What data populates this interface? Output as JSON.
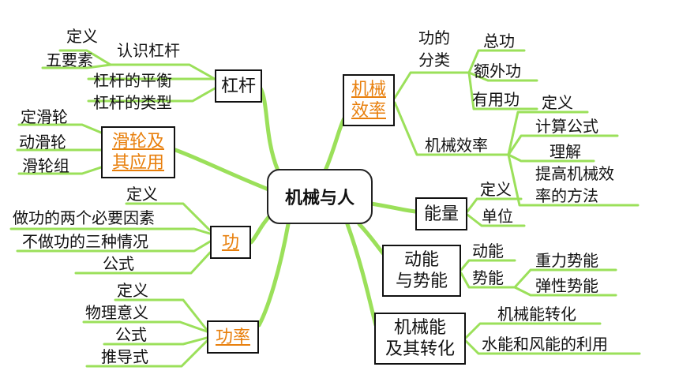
{
  "center": "机械与人",
  "colors": {
    "branch": "#9be05a",
    "link": "#e87f0c",
    "text": "#111111"
  },
  "branches": {
    "lever": {
      "label": "杠杆",
      "items": [
        "认识杠杆",
        "杠杆的平衡",
        "杠杆的类型"
      ],
      "sub_items": [
        "定义",
        "五要素"
      ]
    },
    "pulley": {
      "label_lines": [
        "滑轮及",
        "其应用"
      ],
      "items": [
        "定滑轮",
        "动滑轮",
        "滑轮组"
      ]
    },
    "work": {
      "label": "功",
      "items": [
        "定义",
        "做功的两个必要因素",
        "不做功的三种情况",
        "公式"
      ]
    },
    "power": {
      "label": "功率",
      "items": [
        "定义",
        "物理意义",
        "公式",
        "推导式"
      ]
    },
    "efficiency": {
      "label_lines": [
        "机械",
        "效率"
      ],
      "work_type_lines": [
        "功的",
        "分类"
      ],
      "work_types": [
        "总功",
        "额外功",
        "有用功"
      ],
      "eff_label": "机械效率",
      "eff_items": [
        "定义",
        "计算公式",
        "理解",
        "提高机械效",
        "率的方法"
      ]
    },
    "energy": {
      "label": "能量",
      "items": [
        "定义",
        "单位"
      ]
    },
    "kp": {
      "label_lines": [
        "动能",
        "与势能"
      ],
      "items": [
        "动能",
        "势能"
      ],
      "sub_items": [
        "重力势能",
        "弹性势能"
      ]
    },
    "conversion": {
      "label_lines": [
        "机械能",
        "及其转化"
      ],
      "items": [
        "机械能转化",
        "水能和风能的利用"
      ]
    }
  }
}
